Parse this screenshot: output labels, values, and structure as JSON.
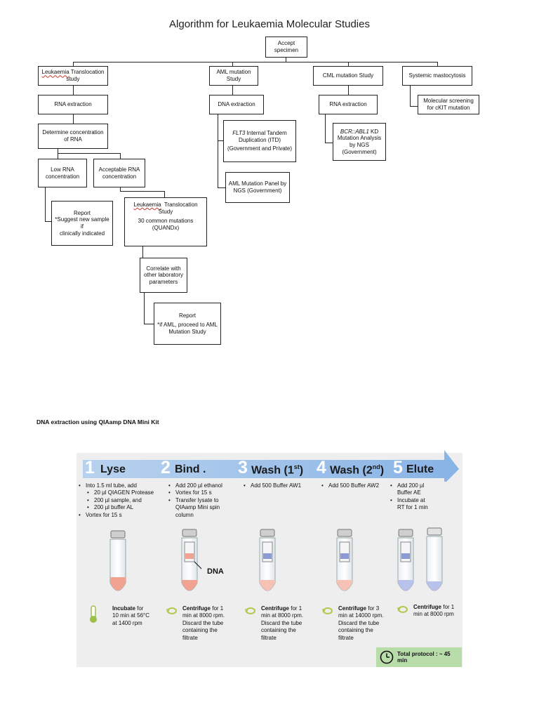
{
  "title": "Algorithm for Leukaemia Molecular Studies",
  "flow": {
    "accept": [
      "Accept",
      "specimen"
    ],
    "leuk_trans": {
      "ul": "Leukaemia",
      "rest": " Translocation",
      "line2": "study"
    },
    "aml_study": [
      "AML mutation",
      "Study"
    ],
    "cml_study": "CML mutation Study",
    "systemic": "Systemic mastocytosis",
    "rna1": "RNA extraction",
    "dna": "DNA extraction",
    "rna2": "RNA extraction",
    "molecular": [
      "Molecular screening",
      "for cKIT mutation"
    ],
    "det_conc": [
      "Determine concentration",
      "of RNA"
    ],
    "flt3": {
      "it": "FLT3",
      "rest": " Internal Tandem",
      "line2": "Duplication (ITD)",
      "line3": "(Government and Private)"
    },
    "bcr": {
      "it": "BCR::ABL1",
      "rest": " KD",
      "lines": [
        "Mutation Analysis",
        "by NGS",
        "(Government)"
      ]
    },
    "low_rna": [
      "Low RNA",
      "concentration"
    ],
    "acc_rna": [
      "Acceptable RNA",
      "concentration"
    ],
    "aml_panel": [
      "AML Mutation Panel by",
      "NGS (Government)"
    ],
    "report1": [
      "Report",
      "*Suggest new sample if",
      "clinically indicated"
    ],
    "leuk2": {
      "ul": "Leukaemia",
      "rest": "  Translocation",
      "lines": [
        "Study",
        "30 common mutations",
        "(QUANDx)"
      ]
    },
    "correlate": [
      "Correlate with",
      "other laboratory",
      "parameters"
    ],
    "report2": [
      "Report",
      "*if AML, proceed to AML",
      "Mutation Study"
    ]
  },
  "kit": {
    "title": "DNA extraction using QIAamp DNA Mini Kit",
    "steps": [
      {
        "num": "1",
        "name": "Lyse"
      },
      {
        "num": "2",
        "name": "Bind ."
      },
      {
        "num": "3",
        "name": "Wash (1",
        "sup": "st",
        "close": ")"
      },
      {
        "num": "4",
        "name": "Wash (2",
        "sup": "nd",
        "close": ")"
      },
      {
        "num": "5",
        "name": "Elute"
      }
    ],
    "bullets": {
      "s1": [
        "Into 1.5 ml tube, add",
        "20 µl QIAGEN Protease",
        "200 µl sample, and",
        "200 µl buffer AL",
        "Vortex for 15 s"
      ],
      "s2": [
        "Add 200 µl ethanol",
        "Vortex for 15 s",
        "Transfer lysate to",
        "QIAamp Mini spin",
        "column"
      ],
      "s3": "Add 500 Buffer AW1",
      "s4": "Add 500 Buffer AW2",
      "s5": [
        "Add 200 µl",
        "Buffer AE",
        "Incubate at",
        "RT for 1 min"
      ]
    },
    "dna_label": "DNA",
    "footers": {
      "f1": [
        "Incubate",
        " for",
        "10 min at 56°C",
        "at 1400 rpm"
      ],
      "f2": [
        "Centrifuge",
        " for 1",
        "min at 8000 rpm.",
        "Discard the tube",
        "containing the",
        "filtrate"
      ],
      "f3": [
        "Centrifuge",
        " for 1",
        "min at 8000 rpm.",
        "Discard the tube",
        "containing the",
        "filtrate"
      ],
      "f4": [
        "Centrifuge",
        " for 3",
        "min at 14000 rpm.",
        "Discard the tube",
        "containing the",
        "filtrate"
      ],
      "f5": [
        "Centrifuge",
        " for 1",
        "min at 8000 rpm"
      ]
    },
    "total": "Total protocol : ~ 45 min"
  },
  "colors": {
    "arrow": "#a9c8ea",
    "arrow_tip": "#8fb8e6",
    "red": "#f2a291",
    "blue": "#8b9bd6",
    "green": "#b9dcab"
  }
}
